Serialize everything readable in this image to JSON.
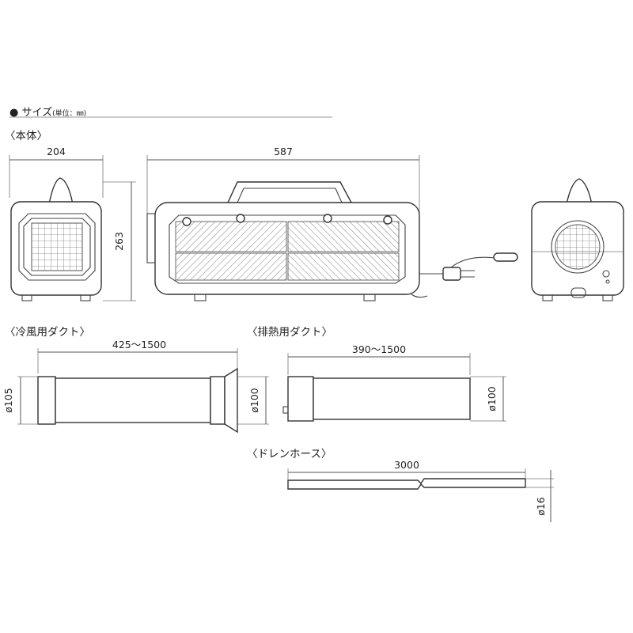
{
  "header": {
    "bullet": "●",
    "title": "サイズ",
    "unit_note": "(単位：㎜)"
  },
  "sections": {
    "main_body": "〈本体〉",
    "cold_duct": "〈冷風用ダクト〉",
    "exhaust_duct": "〈排熱用ダクト〉",
    "drain_hose": "〈ドレンホース〉"
  },
  "dimensions": {
    "body_depth": "204",
    "body_height": "263",
    "body_width": "587",
    "cold_duct_length": "425～1500",
    "cold_duct_diameter": "ø105",
    "cold_duct_outlet_diameter": "ø100",
    "exhaust_duct_length": "390～1500",
    "exhaust_duct_diameter": "ø100",
    "drain_hose_length": "3000",
    "drain_hose_diameter": "ø16"
  }
}
